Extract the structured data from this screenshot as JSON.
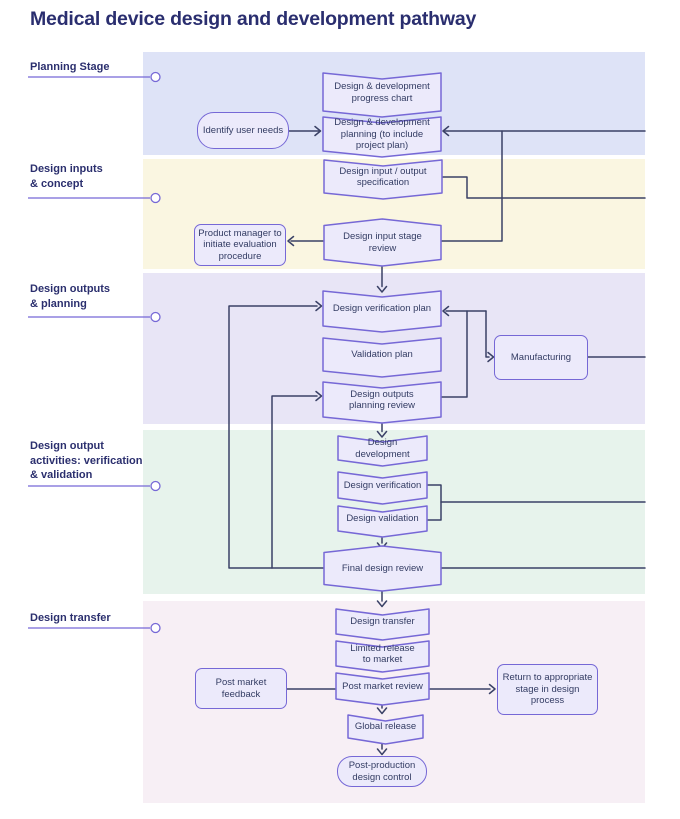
{
  "title": "Medical device design and development pathway",
  "stages": [
    {
      "label": "Planning Stage"
    },
    {
      "label": "Design inputs\n& concept"
    },
    {
      "label": "Design outputs\n& planning"
    },
    {
      "label": "Design output\nactivities: verification\n& validation"
    },
    {
      "label": "Design transfer"
    }
  ],
  "nodes": {
    "progress_chart": "Design & development\nprogress chart",
    "identify_user_needs": "Identify user needs",
    "dd_planning": "Design & development\nplanning (to include\nproject plan)",
    "io_spec": "Design input / output\nspecification",
    "product_manager": "Product manager to\ninitiate evaluation\nprocedure",
    "input_stage_review": "Design input stage\nreview",
    "verification_plan": "Design verification plan",
    "validation_plan": "Validation plan",
    "outputs_planning_review": "Design outputs\nplanning review",
    "manufacturing": "Manufacturing",
    "design_development": "Design\ndevelopment",
    "design_verification": "Design verification",
    "design_validation": "Design validation",
    "final_design_review": "Final design review",
    "design_transfer": "Design transfer",
    "limited_release": "Limited release\nto market",
    "post_market_feedback": "Post market\nfeedback",
    "post_market_review": "Post market review",
    "return_to_stage": "Return to appropriate\nstage in design\nprocess",
    "global_release": "Global release",
    "post_production": "Post-production\ndesign control"
  },
  "colors": {
    "title_text": "#2a2e6f",
    "stage_label_text": "#2b2f6e",
    "band_planning": "#dee3f7",
    "band_inputs_concept": "#faf6e1",
    "band_outputs_planning": "#e8e5f6",
    "band_output_activities": "#e7f3ec",
    "band_design_transfer": "#f7eff5",
    "node_fill": "#eceafb",
    "node_border": "#7668d6",
    "node_text": "#333c63",
    "connector": "#3a4166",
    "leader_line": "#7668d6"
  }
}
